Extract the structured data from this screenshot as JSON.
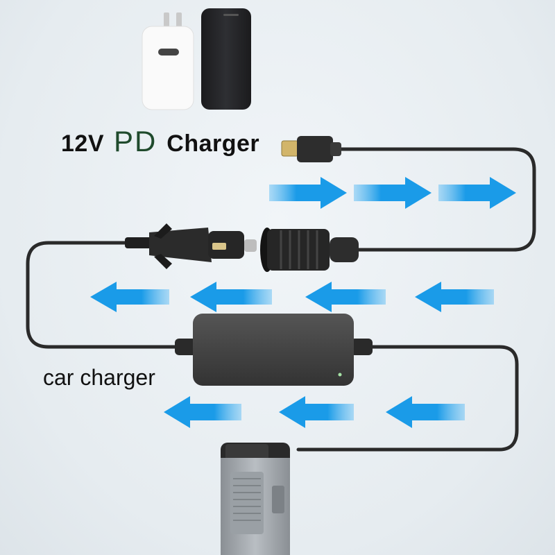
{
  "top_label": {
    "part1": "12V",
    "part2": "PD",
    "part3": "Charger"
  },
  "car_label": "car charger",
  "colors": {
    "arrow": "#1a9be8",
    "cable": "#2a2a2a",
    "background": "#e9eef2",
    "pd_text": "#1f4a2c"
  },
  "icons": [
    "wall-charger-icon",
    "power-bank-icon",
    "usb-c-plug-icon",
    "car-plug-icon",
    "car-socket-icon",
    "power-adapter-icon",
    "drone-battery-icon",
    "arrow-right-icon",
    "arrow-left-icon"
  ]
}
